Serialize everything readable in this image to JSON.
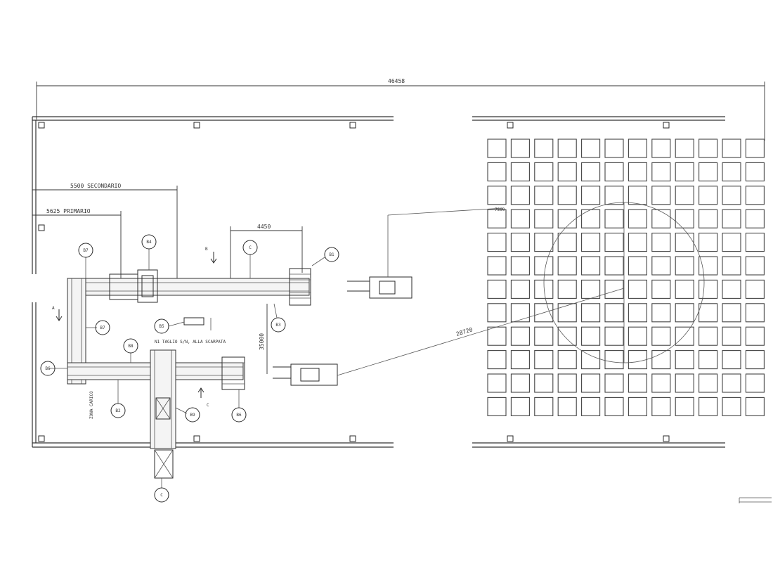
{
  "dimensions": {
    "overall_width": "46458",
    "secondary_line": "5500 SECONDARIO",
    "primary_line": "5625 PRIMARIO",
    "conveyor_span": "4450",
    "vertical_span": "35000",
    "radius": "28720",
    "small_note": "7500"
  },
  "markers": {
    "b4": "B4",
    "c_top": "C",
    "b1": "B1",
    "b7_top": "B7",
    "b7_mid": "B7",
    "b3": "B3",
    "b5": "B5",
    "b6": "B6",
    "b8": "B8",
    "b2": "B2",
    "b9": "B9",
    "bottom": "C"
  },
  "arrows": {
    "a": "A",
    "b": "B",
    "c": "C"
  },
  "notes": {
    "center_note": "N1 TAGLIO S/N, ALLA SCARPATA",
    "side_note": "ZONA CARICO"
  }
}
